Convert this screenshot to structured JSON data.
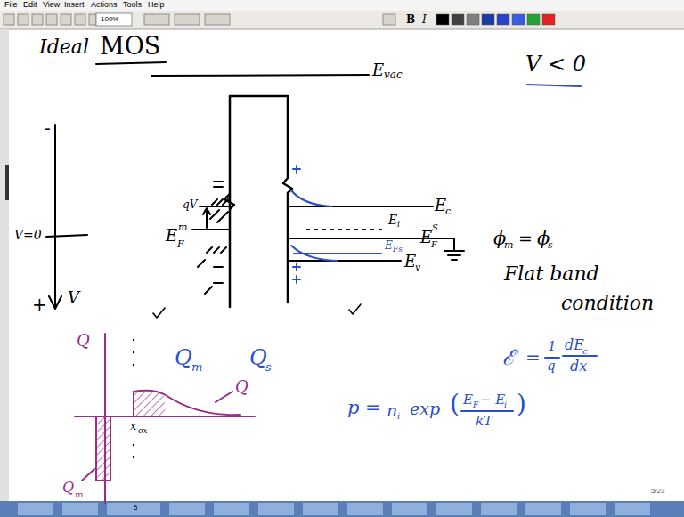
{
  "diagram": {
    "labels": [
      "File",
      "Edit",
      "View",
      "Insert",
      "Actions",
      "Tools",
      "Help",
      "100%",
      "B",
      "I",
      "Ideal",
      "MOS",
      "E",
      "vac",
      "V < 0",
      "-",
      "V=0",
      "+",
      "V",
      "E",
      "F",
      "m",
      "qV",
      "E",
      "c",
      "E",
      "i",
      "E",
      "F",
      "S",
      "E",
      "Fs",
      "E",
      "v",
      "ϕ",
      "m",
      "=",
      "ϕ",
      "s",
      "Flat band",
      "condition",
      "Q",
      "m",
      "Q",
      "s",
      "ℰ",
      "=",
      "1",
      "q",
      "dE",
      "c",
      "dx",
      "p =",
      "n",
      "i",
      "exp",
      "(",
      "E",
      "F",
      "− E",
      "i",
      "kT",
      ")",
      "Q",
      "Q",
      "x",
      "ox",
      "Q",
      "m",
      "5/23",
      "5"
    ]
  }
}
